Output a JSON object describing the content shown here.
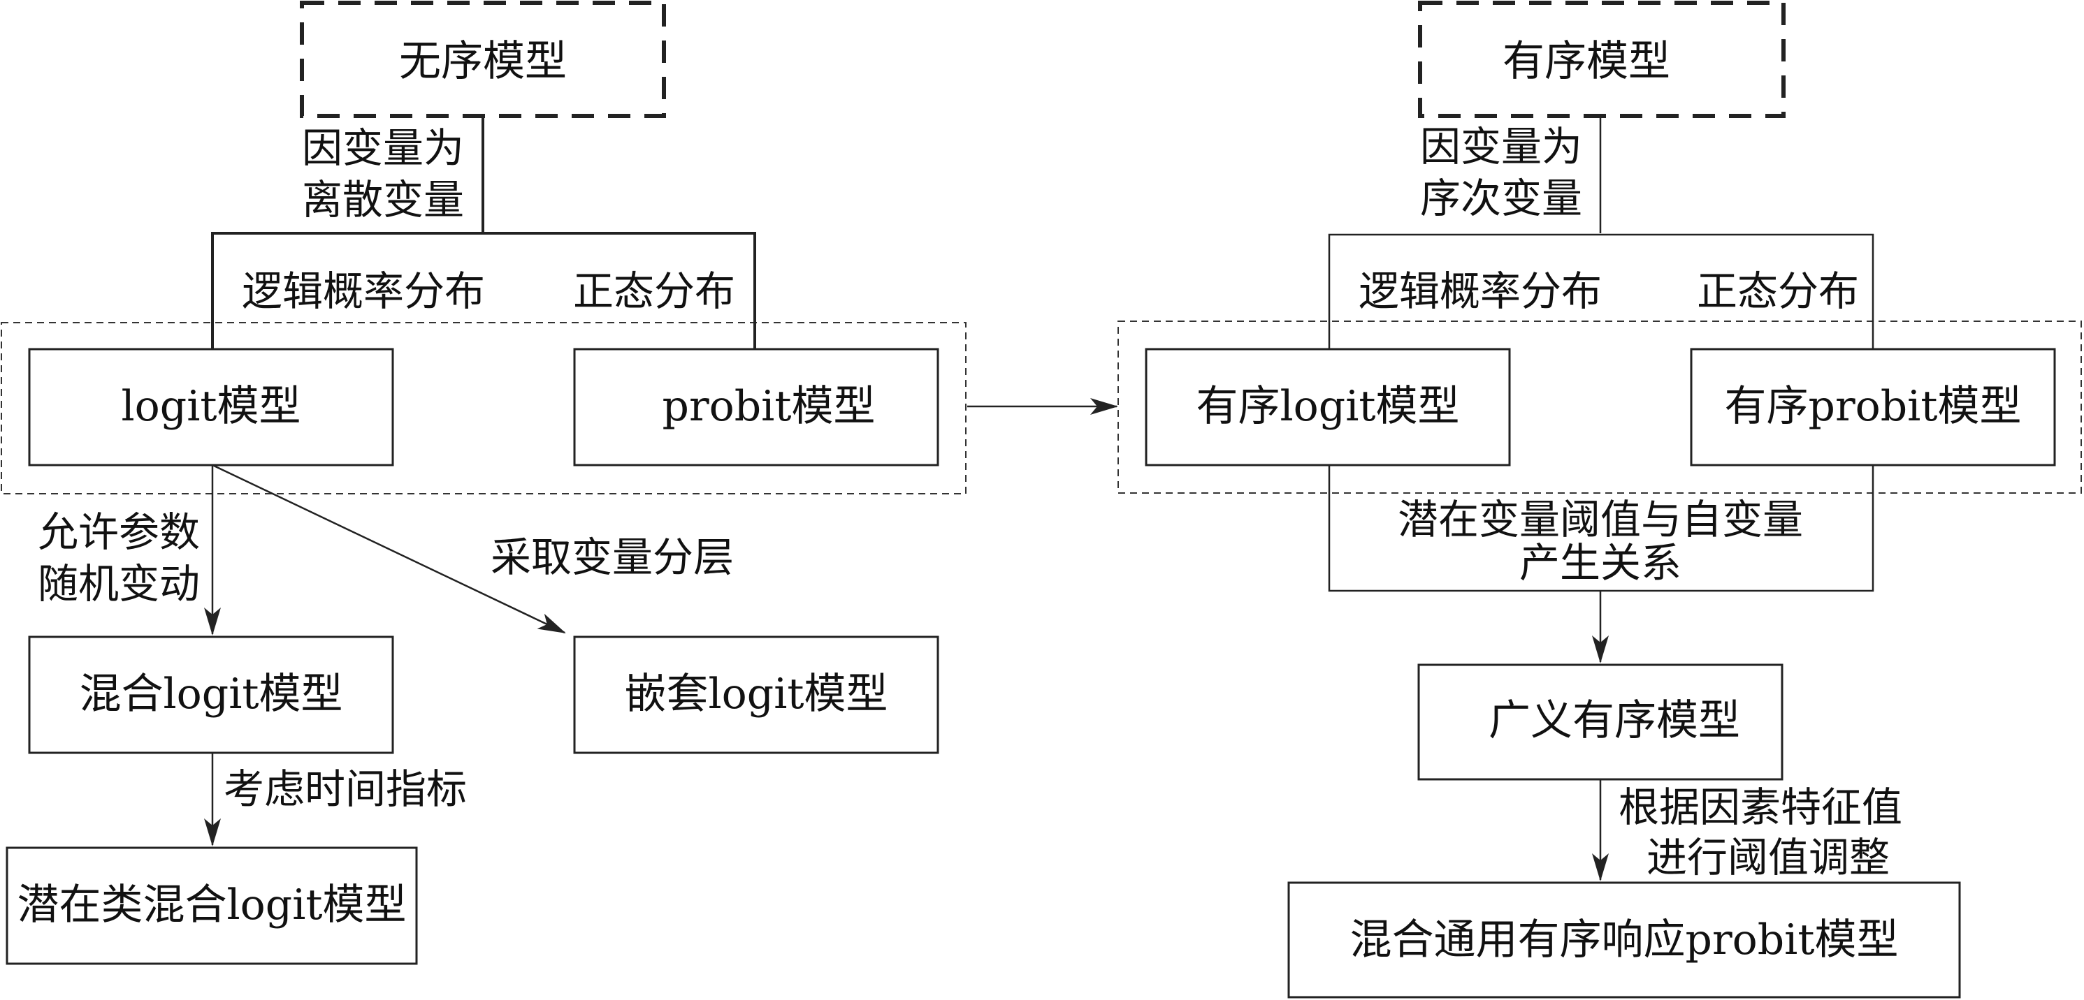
{
  "left": {
    "top_box": "无序模型",
    "condition_line1": "因变量为",
    "condition_line2": "离散变量",
    "branch_left": "逻辑概率分布",
    "branch_right": "正态分布",
    "logit_box": "logit模型",
    "probit_box": "probit模型",
    "arrow1_line1": "允许参数",
    "arrow1_line2": "随机变动",
    "arrow2_label": "采取变量分层",
    "mixed_logit_box": "混合logit模型",
    "nested_logit_box": "嵌套logit模型",
    "arrow3_label": "考虑时间指标",
    "latent_class_box": "潜在类混合logit模型"
  },
  "right": {
    "top_box": "有序模型",
    "condition_line1": "因变量为",
    "condition_line2": "序次变量",
    "branch_left": "逻辑概率分布",
    "branch_right": "正态分布",
    "ordered_logit_box": "有序logit模型",
    "ordered_probit_box": "有序probit模型",
    "relation_line1": "潜在变量阈值与自变量",
    "relation_line2": "产生关系",
    "generalized_box": "广义有序模型",
    "arrow_label_line1": "根据因素特征值",
    "arrow_label_line2": "进行阈值调整",
    "final_box": "混合通用有序响应probit模型"
  }
}
